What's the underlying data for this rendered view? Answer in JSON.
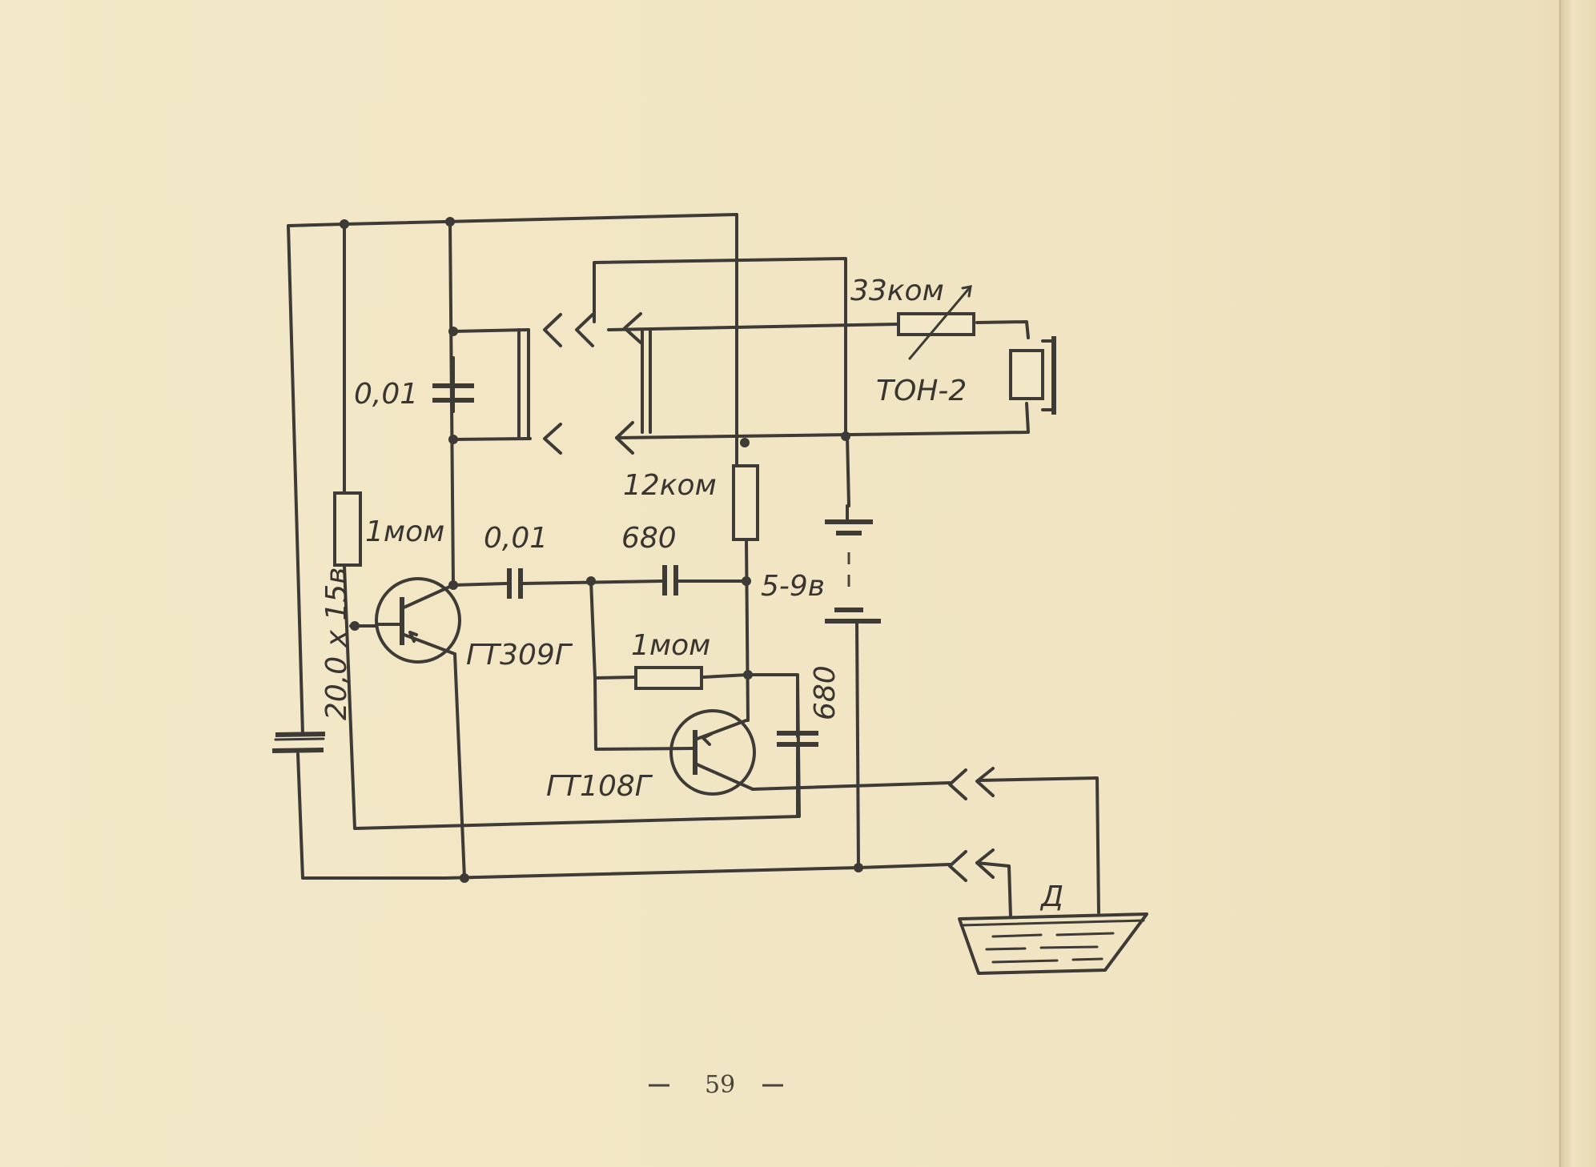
{
  "labels": {
    "cap_tone": "0,01",
    "res_tone": "33ком",
    "phone": "ТОН-2",
    "res_collector": "12ком",
    "res_bias1": "1мом",
    "cap_coupling": "0,01",
    "cap_680_top": "680",
    "battery": "5-9в",
    "transistor1": "ГТ309Г",
    "res_bias2": "1мом",
    "cap_680_side": "680",
    "transistor2": "ГТ108Г",
    "cap_electrolytic": "20,0 х 15в",
    "sensor": "Д"
  },
  "page_number": "59"
}
